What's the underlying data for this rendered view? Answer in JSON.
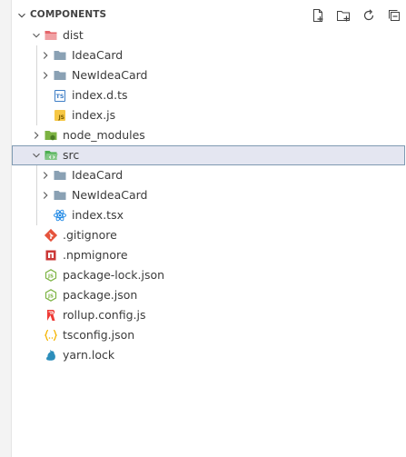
{
  "explorer": {
    "section_title": "COMPONENTS",
    "actions": [
      {
        "name": "new-file-icon"
      },
      {
        "name": "new-folder-icon"
      },
      {
        "name": "refresh-icon"
      },
      {
        "name": "collapse-all-icon"
      }
    ]
  },
  "tree": {
    "items": [
      {
        "label": "dist",
        "depth": 0,
        "kind": "folder",
        "expanded": true,
        "icon": "folder-dist-icon",
        "color": "#e5656a"
      },
      {
        "label": "IdeaCard",
        "depth": 1,
        "kind": "folder",
        "expanded": false,
        "icon": "folder-icon",
        "color": "#8aa1b4"
      },
      {
        "label": "NewIdeaCard",
        "depth": 1,
        "kind": "folder",
        "expanded": false,
        "icon": "folder-icon",
        "color": "#8aa1b4"
      },
      {
        "label": "index.d.ts",
        "depth": 1,
        "kind": "file",
        "icon": "typescript-def-icon",
        "color": "#3e7ec6"
      },
      {
        "label": "index.js",
        "depth": 1,
        "kind": "file",
        "icon": "javascript-icon",
        "color": "#f6c744"
      },
      {
        "label": "node_modules",
        "depth": 0,
        "kind": "folder",
        "expanded": false,
        "icon": "folder-node-icon",
        "color": "#7cb342"
      },
      {
        "label": "src",
        "depth": 0,
        "kind": "folder",
        "expanded": true,
        "selected": true,
        "icon": "folder-src-icon",
        "color": "#4caf50"
      },
      {
        "label": "IdeaCard",
        "depth": 1,
        "kind": "folder",
        "expanded": false,
        "icon": "folder-icon",
        "color": "#8aa1b4"
      },
      {
        "label": "NewIdeaCard",
        "depth": 1,
        "kind": "folder",
        "expanded": false,
        "icon": "folder-icon",
        "color": "#8aa1b4"
      },
      {
        "label": "index.tsx",
        "depth": 1,
        "kind": "file",
        "icon": "react-icon",
        "color": "#1e88e5"
      },
      {
        "label": ".gitignore",
        "depth": 0,
        "kind": "file",
        "icon": "git-icon",
        "color": "#e5533c"
      },
      {
        "label": ".npmignore",
        "depth": 0,
        "kind": "file",
        "icon": "npm-icon",
        "color": "#cb3837"
      },
      {
        "label": "package-lock.json",
        "depth": 0,
        "kind": "file",
        "icon": "nodejs-icon",
        "color": "#7cb342"
      },
      {
        "label": "package.json",
        "depth": 0,
        "kind": "file",
        "icon": "nodejs-icon",
        "color": "#7cb342"
      },
      {
        "label": "rollup.config.js",
        "depth": 0,
        "kind": "file",
        "icon": "rollup-icon",
        "color": "#ef3b36"
      },
      {
        "label": "tsconfig.json",
        "depth": 0,
        "kind": "file",
        "icon": "json-braces-icon",
        "color": "#f5b400"
      },
      {
        "label": "yarn.lock",
        "depth": 0,
        "kind": "file",
        "icon": "yarn-icon",
        "color": "#2c8ebb"
      }
    ]
  }
}
